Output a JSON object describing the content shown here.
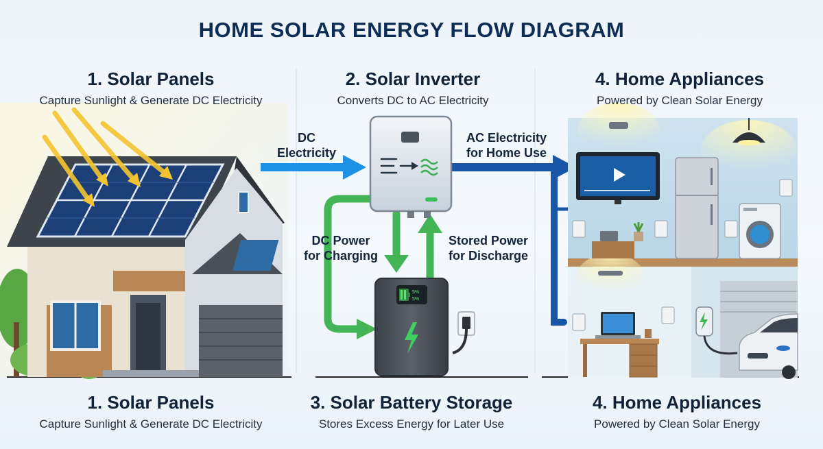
{
  "title": "HOME SOLAR ENERGY FLOW DIAGRAM",
  "top_sections": [
    {
      "heading": "1. Solar Panels",
      "subtitle": "Capture Sunlight & Generate DC Electricity"
    },
    {
      "heading": "2. Solar Inverter",
      "subtitle": "Converts DC to AC Electricity"
    },
    {
      "heading": "4. Home Appliances",
      "subtitle": "Powered by Clean Solar Energy"
    }
  ],
  "bottom_sections": [
    {
      "heading": "1. Solar Panels",
      "subtitle": "Capture Sunlight & Generate DC Electricity"
    },
    {
      "heading": "3. Solar Battery Storage",
      "subtitle": "Stores Excess Energy for Later Use"
    },
    {
      "heading": "4. Home Appliances",
      "subtitle": "Powered by Clean Solar Energy"
    }
  ],
  "flow_labels": {
    "dc_line1": "DC",
    "dc_line2": "Electricity",
    "ac_line1": "AC Electricity",
    "ac_line2": "for Home Use",
    "charge_line1": "DC Power",
    "charge_line2": "for Charging",
    "discharge_line1": "Stored Power",
    "discharge_line2": "for Discharge"
  },
  "battery_display": {
    "line1": "5%",
    "line2": "5%"
  },
  "colors": {
    "title": "#0d2d57",
    "dc_flow": "#1e90e6",
    "ac_flow": "#1a56a8",
    "battery_flow": "#44b556",
    "panel": "#1d3f78",
    "sun_ray": "#f4c430"
  },
  "icons": [
    "sun-ray-icon",
    "solar-panel-icon",
    "inverter-icon",
    "battery-icon",
    "lightning-icon",
    "tv-icon",
    "fridge-icon",
    "washer-icon",
    "laptop-icon",
    "ev-charger-icon",
    "car-icon",
    "outlet-icon",
    "lamp-icon"
  ]
}
